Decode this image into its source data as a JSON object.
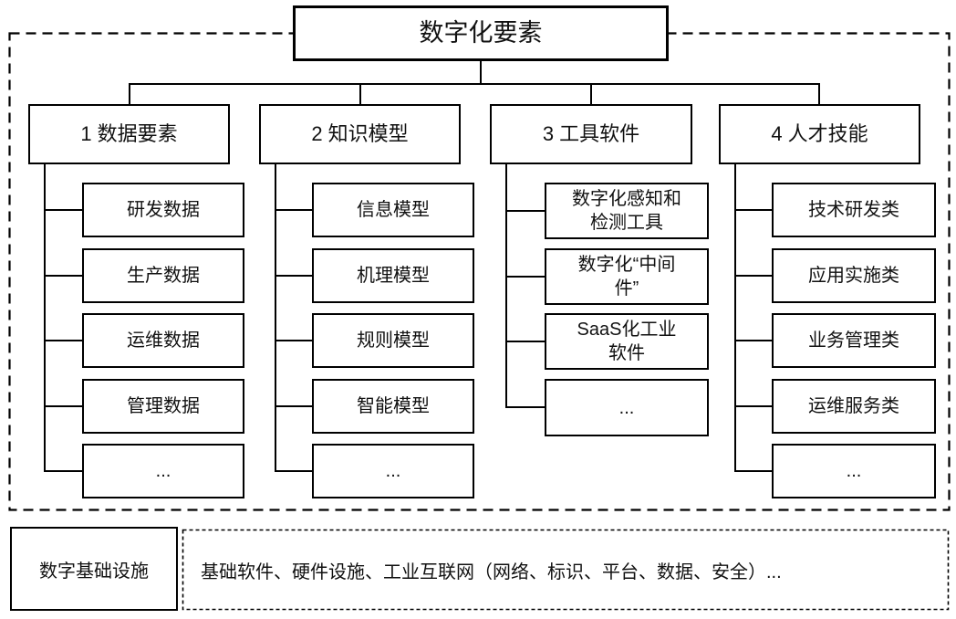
{
  "diagram": {
    "root": "数字化要素",
    "branches": [
      {
        "label": "1 数据要素",
        "children": [
          "研发数据",
          "生产数据",
          "运维数据",
          "管理数据",
          "..."
        ]
      },
      {
        "label": "2 知识模型",
        "children": [
          "信息模型",
          "机理模型",
          "规则模型",
          "智能模型",
          "..."
        ]
      },
      {
        "label": "3 工具软件",
        "children": [
          "数字化感知和检测工具",
          "数字化“中间件”",
          "SaaS化工业软件",
          "..."
        ]
      },
      {
        "label": "4 人才技能",
        "children": [
          "技术研发类",
          "应用实施类",
          "业务管理类",
          "运维服务类",
          "..."
        ]
      }
    ]
  },
  "infrastructure": {
    "label": "数字基础设施",
    "description": "基础软件、硬件设施、工业互联网（网络、标识、平台、数据、安全）..."
  },
  "colors": {
    "line": "#000000",
    "box_fill": "#ffffff",
    "text": "#111111",
    "background": "#ffffff"
  }
}
